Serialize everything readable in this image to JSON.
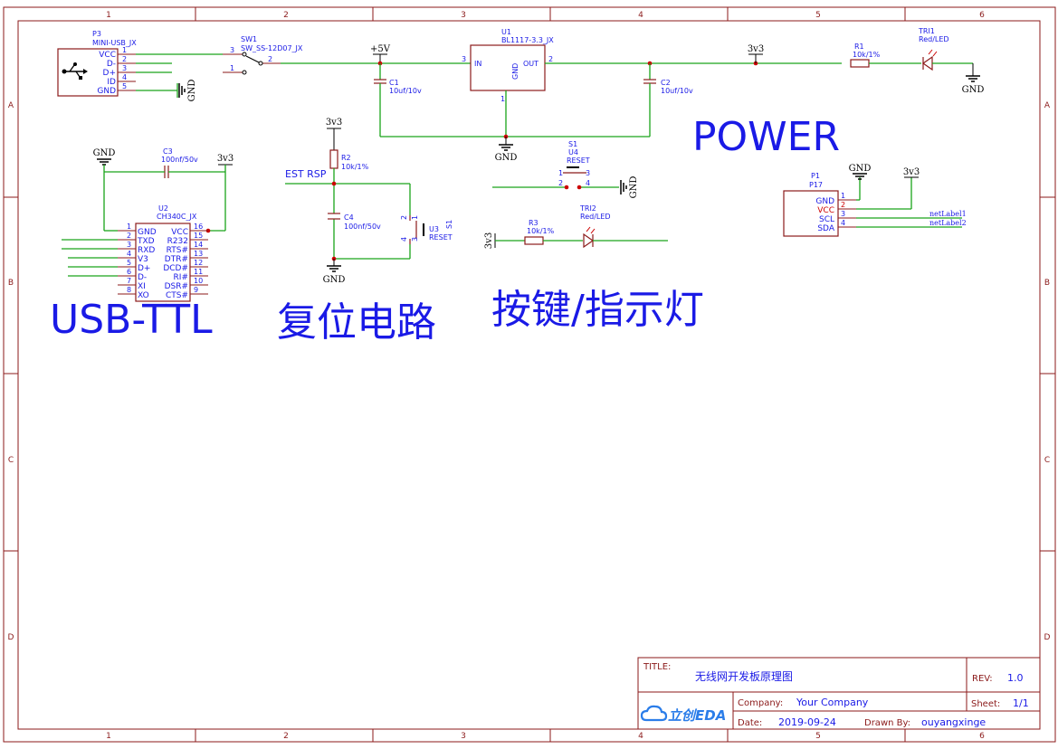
{
  "border": {
    "col_numbers": [
      "1",
      "2",
      "3",
      "4",
      "5",
      "6"
    ],
    "row_letters": [
      "A",
      "B",
      "C",
      "D"
    ]
  },
  "section_titles": {
    "power": "POWER",
    "usb_ttl": "USB-TTL",
    "reset": "复位电路",
    "button_led": "按键/指示灯"
  },
  "net_labels": {
    "gnd": "GND",
    "v3v3": "3v3",
    "v5": "+5V",
    "est_rsp": "EST RSP",
    "netlabel1": "netLabel1",
    "netlabel2": "netLabel2"
  },
  "components": {
    "p3": {
      "ref": "P3",
      "name": "MINI-USB_JX",
      "pins": [
        "VCC",
        "D-",
        "D+",
        "ID",
        "GND"
      ],
      "nums": [
        "1",
        "2",
        "3",
        "4",
        "5"
      ]
    },
    "sw1": {
      "ref": "SW1",
      "name": "SW_SS-12D07_JX",
      "pin1": "1",
      "pin2": "2",
      "pin3": "3"
    },
    "u1": {
      "ref": "U1",
      "name": "BL1117-3.3_JX",
      "in": "IN",
      "out": "OUT",
      "gnd": "GND",
      "pin_in": "3",
      "pin_out": "2",
      "pin_gnd": "1"
    },
    "c1": {
      "ref": "C1",
      "value": "10uf/10v"
    },
    "c2": {
      "ref": "C2",
      "value": "10uf/10v"
    },
    "r1": {
      "ref": "R1",
      "value": "10k/1%"
    },
    "tri1": {
      "ref": "TRI1",
      "value": "Red/LED"
    },
    "c3": {
      "ref": "C3",
      "value": "100nf/50v"
    },
    "u2": {
      "ref": "U2",
      "name": "CH340C_JX",
      "left_pins": [
        "GND",
        "TXD",
        "RXD",
        "V3",
        "D+",
        "D-",
        "XI",
        "XO"
      ],
      "left_nums": [
        "1",
        "2",
        "3",
        "4",
        "5",
        "6",
        "7",
        "8"
      ],
      "right_pins": [
        "VCC",
        "R232",
        "RTS#",
        "DTR#",
        "DCD#",
        "RI#",
        "DSR#",
        "CTS#"
      ],
      "right_nums": [
        "16",
        "15",
        "14",
        "13",
        "12",
        "11",
        "10",
        "9"
      ]
    },
    "r2": {
      "ref": "R2",
      "value": "10k/1%"
    },
    "c4": {
      "ref": "C4",
      "value": "100nf/50v"
    },
    "u3": {
      "ref": "U3",
      "ref2": "S1",
      "name": "RESET",
      "p1": "1",
      "p2": "2",
      "p3": "3",
      "p4": "4"
    },
    "s1": {
      "ref": "S1",
      "ref2": "U4",
      "name": "RESET",
      "p1": "1",
      "p2": "2",
      "p3": "3",
      "p4": "4"
    },
    "r3": {
      "ref": "R3",
      "value": "10k/1%"
    },
    "tri2": {
      "ref": "TRI2",
      "value": "Red/LED"
    },
    "p1": {
      "ref": "P1",
      "name": "P17",
      "pins": [
        "GND",
        "VCC",
        "SCL",
        "SDA"
      ],
      "nums": [
        "1",
        "2",
        "3",
        "4"
      ]
    }
  },
  "title_block": {
    "title_label": "TITLE:",
    "title": "无线网开发板原理图",
    "rev_label": "REV:",
    "rev": "1.0",
    "company_label": "Company:",
    "company": "Your Company",
    "sheet_label": "Sheet:",
    "sheet": "1/1",
    "date_label": "Date:",
    "date": "2019-09-24",
    "drawn_label": "Drawn By:",
    "drawn_by": "ouyangxinge",
    "logo_text": "立创EDA"
  },
  "colors": {
    "frame": "#8b1a1a",
    "wire": "#1aa31a",
    "label": "#1a1ae6",
    "junction": "#cc0000"
  }
}
